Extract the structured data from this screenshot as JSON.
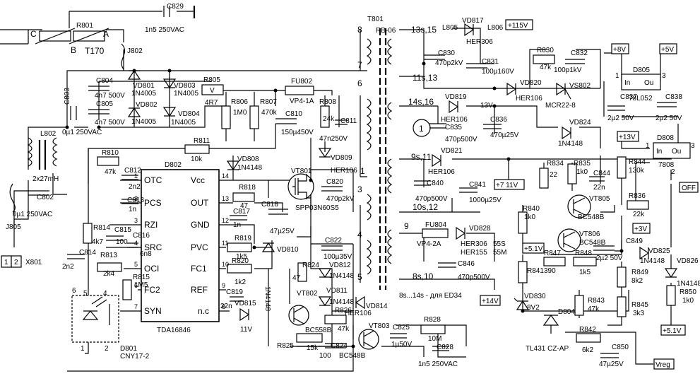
{
  "components": {
    "c829": {
      "ref": "C829",
      "value": "1n5 250VAC"
    },
    "r801": {
      "ref": "R801",
      "value": "T170",
      "pins": [
        "C",
        "B",
        "A"
      ]
    },
    "j802": {
      "ref": "J802"
    },
    "r805": {
      "ref": "R805",
      "value": "4R7",
      "mark": "V"
    },
    "vd801": {
      "ref": "VD801",
      "value": "1N4005"
    },
    "vd802": {
      "ref": "VD802",
      "value": "1N4005"
    },
    "vd803": {
      "ref": "VD803",
      "value": "1N4005"
    },
    "vd804": {
      "ref": "VD804",
      "value": "1N4005"
    },
    "c804": {
      "ref": "C804",
      "value": "4n7 500V"
    },
    "c805": {
      "ref": "C805",
      "value": "4n7 500V"
    },
    "c803": {
      "ref": "C803",
      "value": "0µ1 250VAC"
    },
    "l802": {
      "ref": "L802",
      "value": "2x27mH"
    },
    "c802": {
      "ref": "C802",
      "value": "0µ1 250VAC"
    },
    "j805": {
      "ref": "J805"
    },
    "x801": {
      "ref": "X801",
      "pins": [
        "1",
        "2"
      ]
    },
    "r806": {
      "ref": "R806",
      "value": "1M0"
    },
    "r807": {
      "ref": "R807",
      "value": "470k"
    },
    "fu802": {
      "ref": "FU802",
      "value": "VP4-1A"
    },
    "c810": {
      "ref": "C810",
      "value": "150µ450V"
    },
    "r808": {
      "ref": "R808",
      "value": "24k"
    },
    "c811": {
      "ref": "C811",
      "value": "47n250V"
    },
    "r811": {
      "ref": "R811",
      "value": "10k"
    },
    "vd808": {
      "ref": "VD808",
      "value": "1N4148"
    },
    "vd809": {
      "ref": "VD809",
      "value": "HER106"
    },
    "vt801": {
      "ref": "VT801",
      "value": "SPP03N60S5"
    },
    "c820": {
      "ref": "C820",
      "value": "470p2kV"
    },
    "r818": {
      "ref": "R818",
      "value": "47"
    },
    "c817": {
      "ref": "C817",
      "value": "1n"
    },
    "c818": {
      "ref": "C818",
      "value": "47µ25V"
    },
    "r819": {
      "ref": "R819",
      "value": "1k5"
    },
    "r820": {
      "ref": "R820",
      "value": "1k2"
    },
    "vd810": {
      "ref": "VD810",
      "value": "1N4148"
    },
    "c819": {
      "ref": "C819",
      "value": "22n"
    },
    "vd815": {
      "ref": "VD815",
      "value": "11V"
    },
    "r810": {
      "ref": "R810",
      "value": "47k"
    },
    "c812": {
      "ref": "C812",
      "value": "2n2"
    },
    "c813": {
      "ref": "C813",
      "value": "1n"
    },
    "r814": {
      "ref": "R814",
      "value": "4k7"
    },
    "c815": {
      "ref": "C815",
      "value": "100"
    },
    "c816": {
      "ref": "C816",
      "value": "6n8"
    },
    "c814": {
      "ref": "C814",
      "value": "2n2"
    },
    "r813": {
      "ref": "R813",
      "value": "2k4"
    },
    "r815": {
      "ref": "R815",
      "value": "1M5"
    },
    "d801": {
      "ref": "D801",
      "value": "CNY17-2",
      "pins": [
        "6",
        "5",
        "4",
        "1",
        "2"
      ]
    },
    "d802": {
      "ref": "D802",
      "value": "TDA16846",
      "left_pins": [
        {
          "num": "1",
          "name": "OTC"
        },
        {
          "num": "2",
          "name": "PCS"
        },
        {
          "num": "3",
          "name": "RZI"
        },
        {
          "num": "4",
          "name": "SRC"
        },
        {
          "num": "5",
          "name": "OCI"
        },
        {
          "num": "6",
          "name": "FC2"
        },
        {
          "num": "7",
          "name": "SYN"
        }
      ],
      "right_pins": [
        {
          "num": "14",
          "name": "Vcc"
        },
        {
          "num": "13",
          "name": "OUT"
        },
        {
          "num": "12",
          "name": "GND"
        },
        {
          "num": "11",
          "name": "PVC"
        },
        {
          "num": "10",
          "name": "FC1"
        },
        {
          "num": "9",
          "name": "REF"
        },
        {
          "num": "8",
          "name": "n.c"
        }
      ]
    },
    "t801": {
      "ref": "T801",
      "value": "RB-06",
      "pins": [
        "8",
        "7",
        "6",
        "1",
        "3",
        "4",
        "5"
      ],
      "note": "8s...14s - для ED34"
    },
    "c822": {
      "ref": "C822",
      "value": "100µ35V"
    },
    "r824": {
      "ref": "R824",
      "value": "47"
    },
    "vd812": {
      "ref": "VD812",
      "value": "1N4148"
    },
    "vd811": {
      "ref": "VD811",
      "value": "1N4148"
    },
    "vt802": {
      "ref": "VT802",
      "value": "BC558B"
    },
    "r826": {
      "ref": "R826",
      "value": "47k"
    },
    "vd814": {
      "ref": "VD814",
      "value": "HER106"
    },
    "vt803": {
      "ref": "VT803",
      "value": "BC548B"
    },
    "r825": {
      "ref": "R825",
      "value": "15k"
    },
    "c824": {
      "ref": "C824",
      "value": "100"
    },
    "c825": {
      "ref": "C825",
      "value": "1µ50V"
    },
    "r828": {
      "ref": "R828",
      "value": "10M"
    },
    "c828": {
      "ref": "C828",
      "value": "1n5 250VAC"
    },
    "l805": {
      "ref": "L805"
    },
    "vd817": {
      "ref": "VD817",
      "value": "HER306"
    },
    "l806": {
      "ref": "L806"
    },
    "c830": {
      "ref": "C830",
      "value": "470p2kV"
    },
    "c831": {
      "ref": "C831",
      "value": "100µ160V"
    },
    "r830": {
      "ref": "R830",
      "value": "47k"
    },
    "c832": {
      "ref": "C832",
      "value": "100p1kV"
    },
    "vd820": {
      "ref": "VD820",
      "value": "HER106"
    },
    "vs802": {
      "ref": "VS802",
      "value": "MCR22-8"
    },
    "vd819": {
      "ref": "VD819",
      "value": "HER106"
    },
    "c835": {
      "ref": "C835",
      "value": "470p500V"
    },
    "c836": {
      "ref": "C836",
      "value": "470µ25V"
    },
    "vd824": {
      "ref": "VD824",
      "value": "1N4148"
    },
    "vd821": {
      "ref": "VD821",
      "value": "HER106"
    },
    "c840": {
      "ref": "C840",
      "value": "470p500V"
    },
    "c841": {
      "ref": "C841",
      "value": "1000µ25V"
    },
    "fu804": {
      "ref": "FU804",
      "value": "VP4-2A"
    },
    "vd828": {
      "ref": "VD828",
      "value": "HER306",
      "alt": "HER155",
      "alt_55s": "55S",
      "alt_55m": "55M"
    },
    "c846": {
      "ref": "C846",
      "value": "470p500V"
    },
    "d805": {
      "ref": "D805",
      "value": "78L05",
      "pins": [
        "In",
        "Ou"
      ],
      "pin_nums": [
        "1",
        "3",
        "2"
      ]
    },
    "c837": {
      "ref": "C837",
      "value": "2µ2 50V"
    },
    "c838": {
      "ref": "C838",
      "value": "2µ2 50V"
    },
    "d808": {
      "ref": "D808",
      "value": "7808",
      "pins": [
        "In",
        "Ou"
      ],
      "pin_nums": [
        "1",
        "3",
        "2"
      ]
    },
    "r834": {
      "ref": "R834",
      "value": "22"
    },
    "r835": {
      "ref": "R835",
      "value": "1k0"
    },
    "c844": {
      "ref": "C844",
      "value": "22n"
    },
    "r844": {
      "ref": "R844",
      "value": "130k"
    },
    "vt805": {
      "ref": "VT805",
      "value": "BC548B"
    },
    "r836": {
      "ref": "R836",
      "value": "22k"
    },
    "r840": {
      "ref": "R840",
      "value": "1k0"
    },
    "vt806": {
      "ref": "VT806",
      "value": "BC548B"
    },
    "c849": {
      "ref": "C849",
      "value": "2µ2 50V"
    },
    "vd825": {
      "ref": "VD825",
      "value": "1N4148"
    },
    "vd826": {
      "ref": "VD826",
      "value": "1N4148"
    },
    "r841": {
      "ref": "R841",
      "value": "390"
    },
    "r847": {
      "ref": "R847"
    },
    "r848": {
      "ref": "R848",
      "value": "1k5"
    },
    "r849": {
      "ref": "R849",
      "value": "8k2"
    },
    "r850": {
      "ref": "R850",
      "value": "1k0"
    },
    "vd830": {
      "ref": "VD830",
      "value": "8V2"
    },
    "d804": {
      "ref": "D804",
      "value": "TL431 CZ-AP"
    },
    "r843": {
      "ref": "R843",
      "value": "47k"
    },
    "r845": {
      "ref": "R845",
      "value": "3k3"
    },
    "r842": {
      "ref": "R842",
      "value": "6k2"
    },
    "c850": {
      "ref": "C850",
      "value": "47µ25V"
    }
  },
  "winding_labels": {
    "w13s15": "13s,15",
    "w11s13": "11s,13",
    "w14s16": "14s,16",
    "w9s11": "9s,11",
    "w10s12": "10s,12",
    "w9": "9",
    "w8s10": "8s,10"
  },
  "voltage_labels": {
    "v115": "+115V",
    "v8": "+8V",
    "v5": "+5V",
    "v13": "13V",
    "v13p": "+13V",
    "v711": "+7 11V",
    "vOFF": "OFF",
    "v3": "+3V",
    "v51a": "+5.1V",
    "v14": "+14V",
    "v51b": "+5.1V",
    "vreg": "Vreg"
  },
  "circle_marker": "1"
}
